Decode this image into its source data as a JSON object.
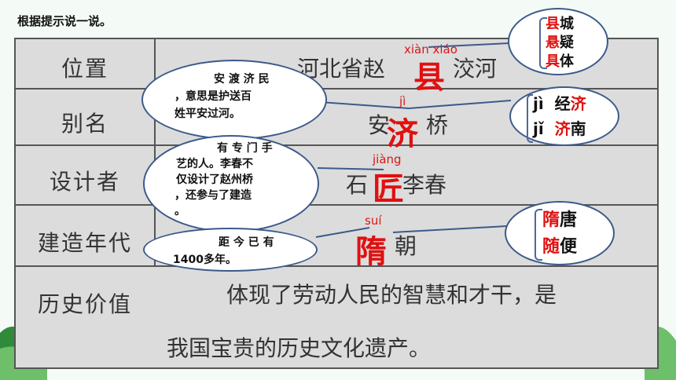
{
  "instruction": "根据提示说一说。",
  "table": {
    "rows": [
      {
        "label": "位置",
        "value_a": "河北省赵",
        "value_b": "洨河"
      },
      {
        "label": "别名",
        "value_a": "安",
        "value_b": "桥"
      },
      {
        "label": "设计者",
        "value_a": "石",
        "value_b": "李春"
      },
      {
        "label": "建造年代",
        "value_b": "朝"
      },
      {
        "label": "历史价值",
        "value_line1": "体现了劳动人民的智慧和才干，是",
        "value_line2": "我国宝贵的历史文化遗产。"
      }
    ]
  },
  "highlights": [
    {
      "pinyin": "xiàn xiáo",
      "char": "县"
    },
    {
      "pinyin": "jì",
      "char": "济"
    },
    {
      "pinyin": "jiàng",
      "char": "匠"
    },
    {
      "pinyin": "suí",
      "char": "隋"
    }
  ],
  "bubbles": {
    "ji_meaning": {
      "line1": "安 渡 济 民",
      "line2": "，意思是护送百",
      "line3": "姓平安过河。"
    },
    "jiang_meaning": {
      "line1": "有 专 门 手",
      "line2": "艺的人。李春不",
      "line3": "仅设计了赵州桥",
      "line4": "，还参与了建造",
      "line5": "。"
    },
    "sui_meaning": {
      "line1": "距 今 已 有",
      "line2": "1400多年。"
    }
  },
  "word_groups": {
    "xian": [
      {
        "red": "县",
        "rest": "城"
      },
      {
        "red": "悬",
        "rest": "疑"
      },
      {
        "red": "具",
        "rest": "体"
      }
    ],
    "ji": [
      {
        "py": "jì",
        "rest": "经",
        "red": "济"
      },
      {
        "py": "jǐ",
        "red": "济",
        "rest": "南"
      }
    ],
    "sui": [
      {
        "red": "隋",
        "rest": "唐"
      },
      {
        "red": "随",
        "rest": "便"
      }
    ]
  },
  "colors": {
    "accent_red": "#e01010",
    "bubble_border": "#3c5a8a",
    "table_bg": "#dcdcdc"
  }
}
